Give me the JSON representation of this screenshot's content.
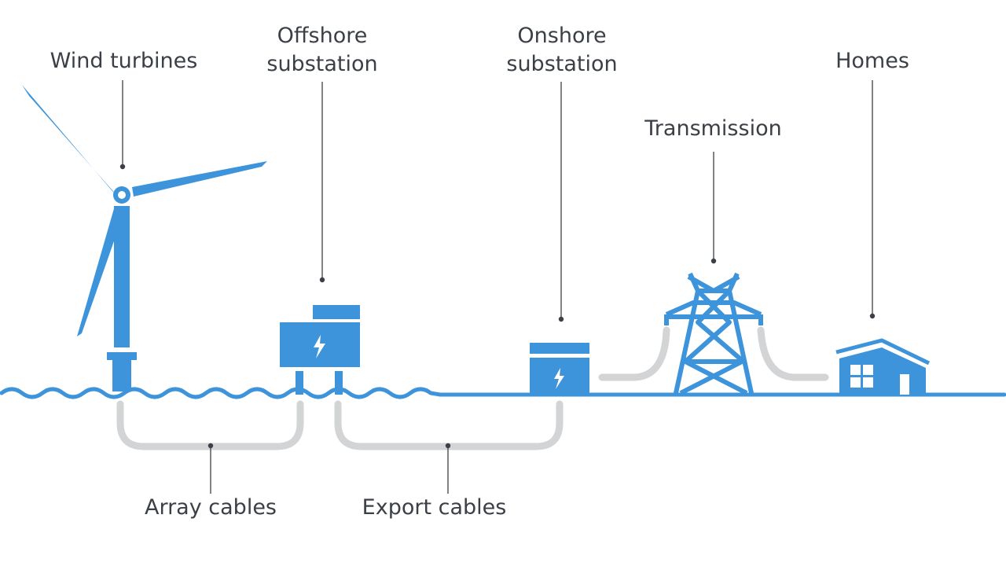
{
  "labels": {
    "wind_turbines": "Wind turbines",
    "offshore_substation": [
      "Offshore",
      "substation"
    ],
    "onshore_substation": [
      "Onshore",
      "substation"
    ],
    "transmission": "Transmission",
    "homes": "Homes",
    "array_cables": "Array cables",
    "export_cables": "Export cables"
  },
  "colors": {
    "blue": "#3d94db",
    "cable_gray": "#d2d4d6",
    "leader": "#4a4e55",
    "text": "#3b3f46"
  },
  "icons": [
    "wind-turbine-icon",
    "substation-icon",
    "lightning-bolt-icon",
    "transmission-tower-icon",
    "house-icon"
  ]
}
